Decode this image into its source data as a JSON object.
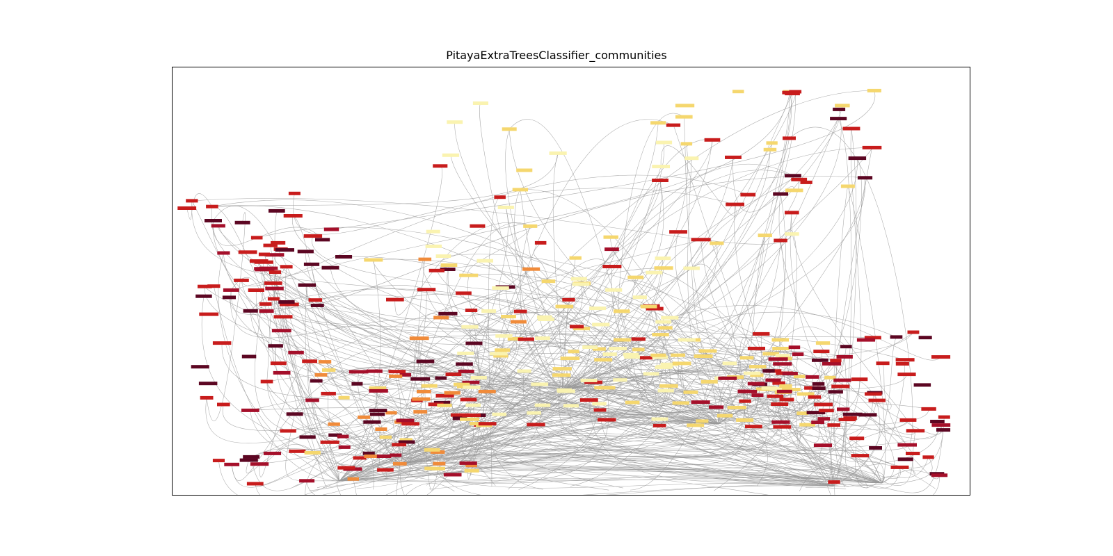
{
  "figure": {
    "title": "PitayaExtraTreesClassifier_communities"
  },
  "palette": {
    "yellow": "#f5d76e",
    "pale_yellow": "#faf3b0",
    "orange": "#f08b3a",
    "red": "#c81c1c",
    "crimson": "#a50f2a",
    "dark_maroon": "#5c0622",
    "edge": "#9a9a9a"
  },
  "graph": {
    "node_count_hint": "many",
    "communities": [
      {
        "name": "community-yellow",
        "color_key": "yellow"
      },
      {
        "name": "community-pale-yellow",
        "color_key": "pale_yellow"
      },
      {
        "name": "community-orange",
        "color_key": "orange"
      },
      {
        "name": "community-red",
        "color_key": "red"
      },
      {
        "name": "community-crimson",
        "color_key": "crimson"
      },
      {
        "name": "community-dark-maroon",
        "color_key": "dark_maroon"
      }
    ]
  }
}
